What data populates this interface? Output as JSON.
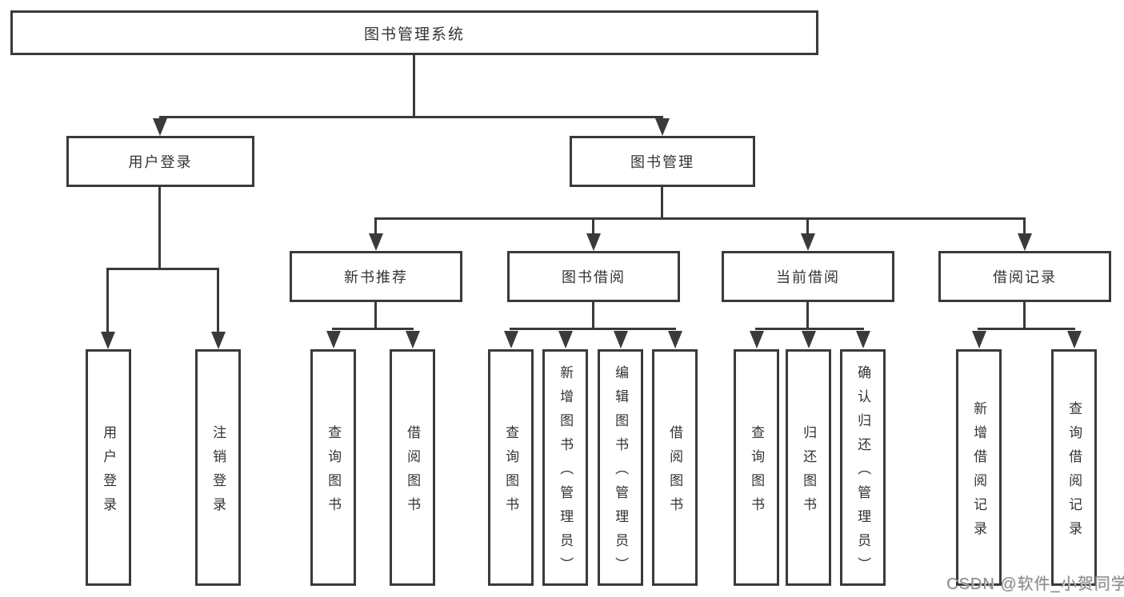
{
  "tree": {
    "root": "图书管理系统",
    "branches": [
      {
        "label": "用户登录",
        "children": [
          "用户登录",
          "注销登录"
        ]
      },
      {
        "label": "图书管理",
        "modules": [
          {
            "label": "新书推荐",
            "children": [
              "查询图书",
              "借阅图书"
            ]
          },
          {
            "label": "图书借阅",
            "children": [
              "查询图书",
              "新增图书（管理员）",
              "编辑图书（管理员）",
              "借阅图书"
            ]
          },
          {
            "label": "当前借阅",
            "children": [
              "查询图书",
              "归还图书",
              "确认归还（管理员）"
            ]
          },
          {
            "label": "借阅记录",
            "children": [
              "新增借阅记录",
              "查询借阅记录"
            ]
          }
        ]
      }
    ]
  },
  "watermark": "CSDN @软件_小贺同学",
  "colors": {
    "line": "#3a3a3a",
    "box_border": "#3a3a3a",
    "text": "#333333",
    "watermark": "#8c8c8c",
    "background": "#ffffff"
  }
}
